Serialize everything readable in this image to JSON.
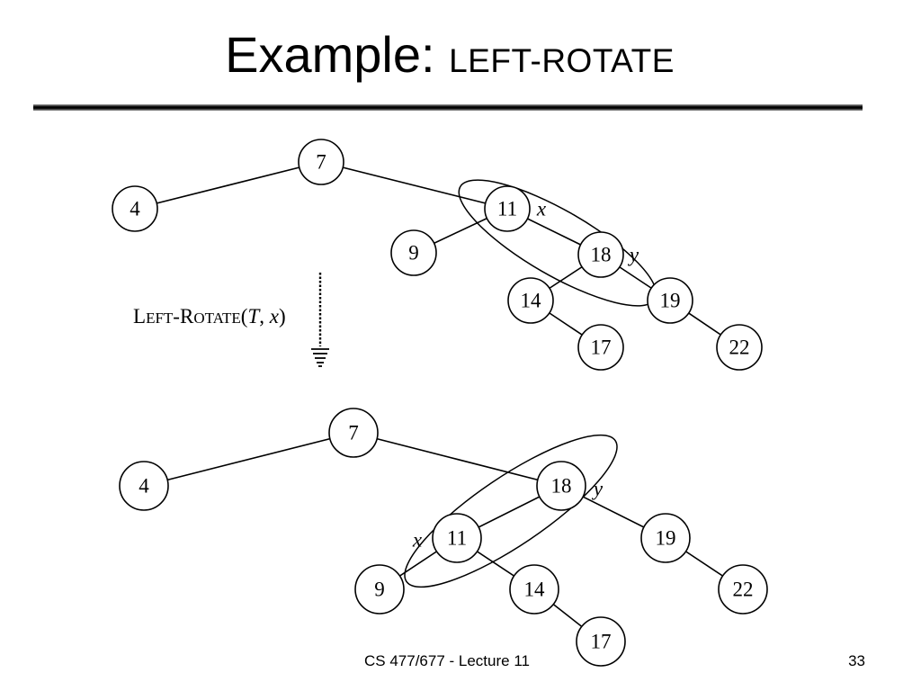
{
  "title": {
    "main": "Example: ",
    "operation": "LEFT-ROTATE"
  },
  "operation_label": {
    "p1_cap": "L",
    "p1_rest": "EFT",
    "dash": "-",
    "p2_cap": "R",
    "p2_rest": "OTATE",
    "open": "(",
    "arg1": "T",
    "comma": ", ",
    "arg2": "x",
    "close": ")"
  },
  "trees": {
    "before": {
      "nodes": [
        "7",
        "4",
        "11",
        "9",
        "18",
        "14",
        "17",
        "19",
        "22"
      ],
      "var_x": "x",
      "var_y": "y"
    },
    "after": {
      "nodes": [
        "7",
        "4",
        "18",
        "11",
        "9",
        "14",
        "17",
        "19",
        "22"
      ],
      "var_x": "x",
      "var_y": "y"
    }
  },
  "footer": {
    "course": "CS 477/677 - Lecture 11",
    "page": "33"
  }
}
